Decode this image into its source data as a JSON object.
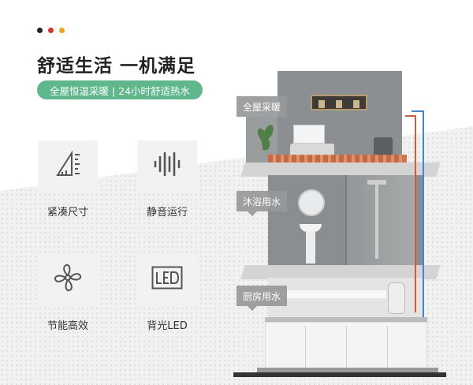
{
  "header": {
    "dots": [
      "#222222",
      "#d9322b",
      "#e9a51b"
    ],
    "title": "舒适生活 一机满足",
    "subtitle": "全屋恒温采暖 | 24小时舒适热水",
    "accent_color": "#5eb88a"
  },
  "features": [
    {
      "label": "紧凑尺寸",
      "icon": "ruler-triangle-icon"
    },
    {
      "label": "静音运行",
      "icon": "sound-wave-icon"
    },
    {
      "label": "节能高效",
      "icon": "fan-icon"
    },
    {
      "label": "背光LED",
      "icon": "led-display-icon"
    }
  ],
  "rooms": [
    {
      "label": "全屋采暖"
    },
    {
      "label": "沐浴用水"
    },
    {
      "label": "厨房用水"
    }
  ],
  "colors": {
    "pipe_hot": "#d9583a",
    "pipe_cold": "#3b86d6",
    "tile_bg": "#f2f2f2"
  }
}
